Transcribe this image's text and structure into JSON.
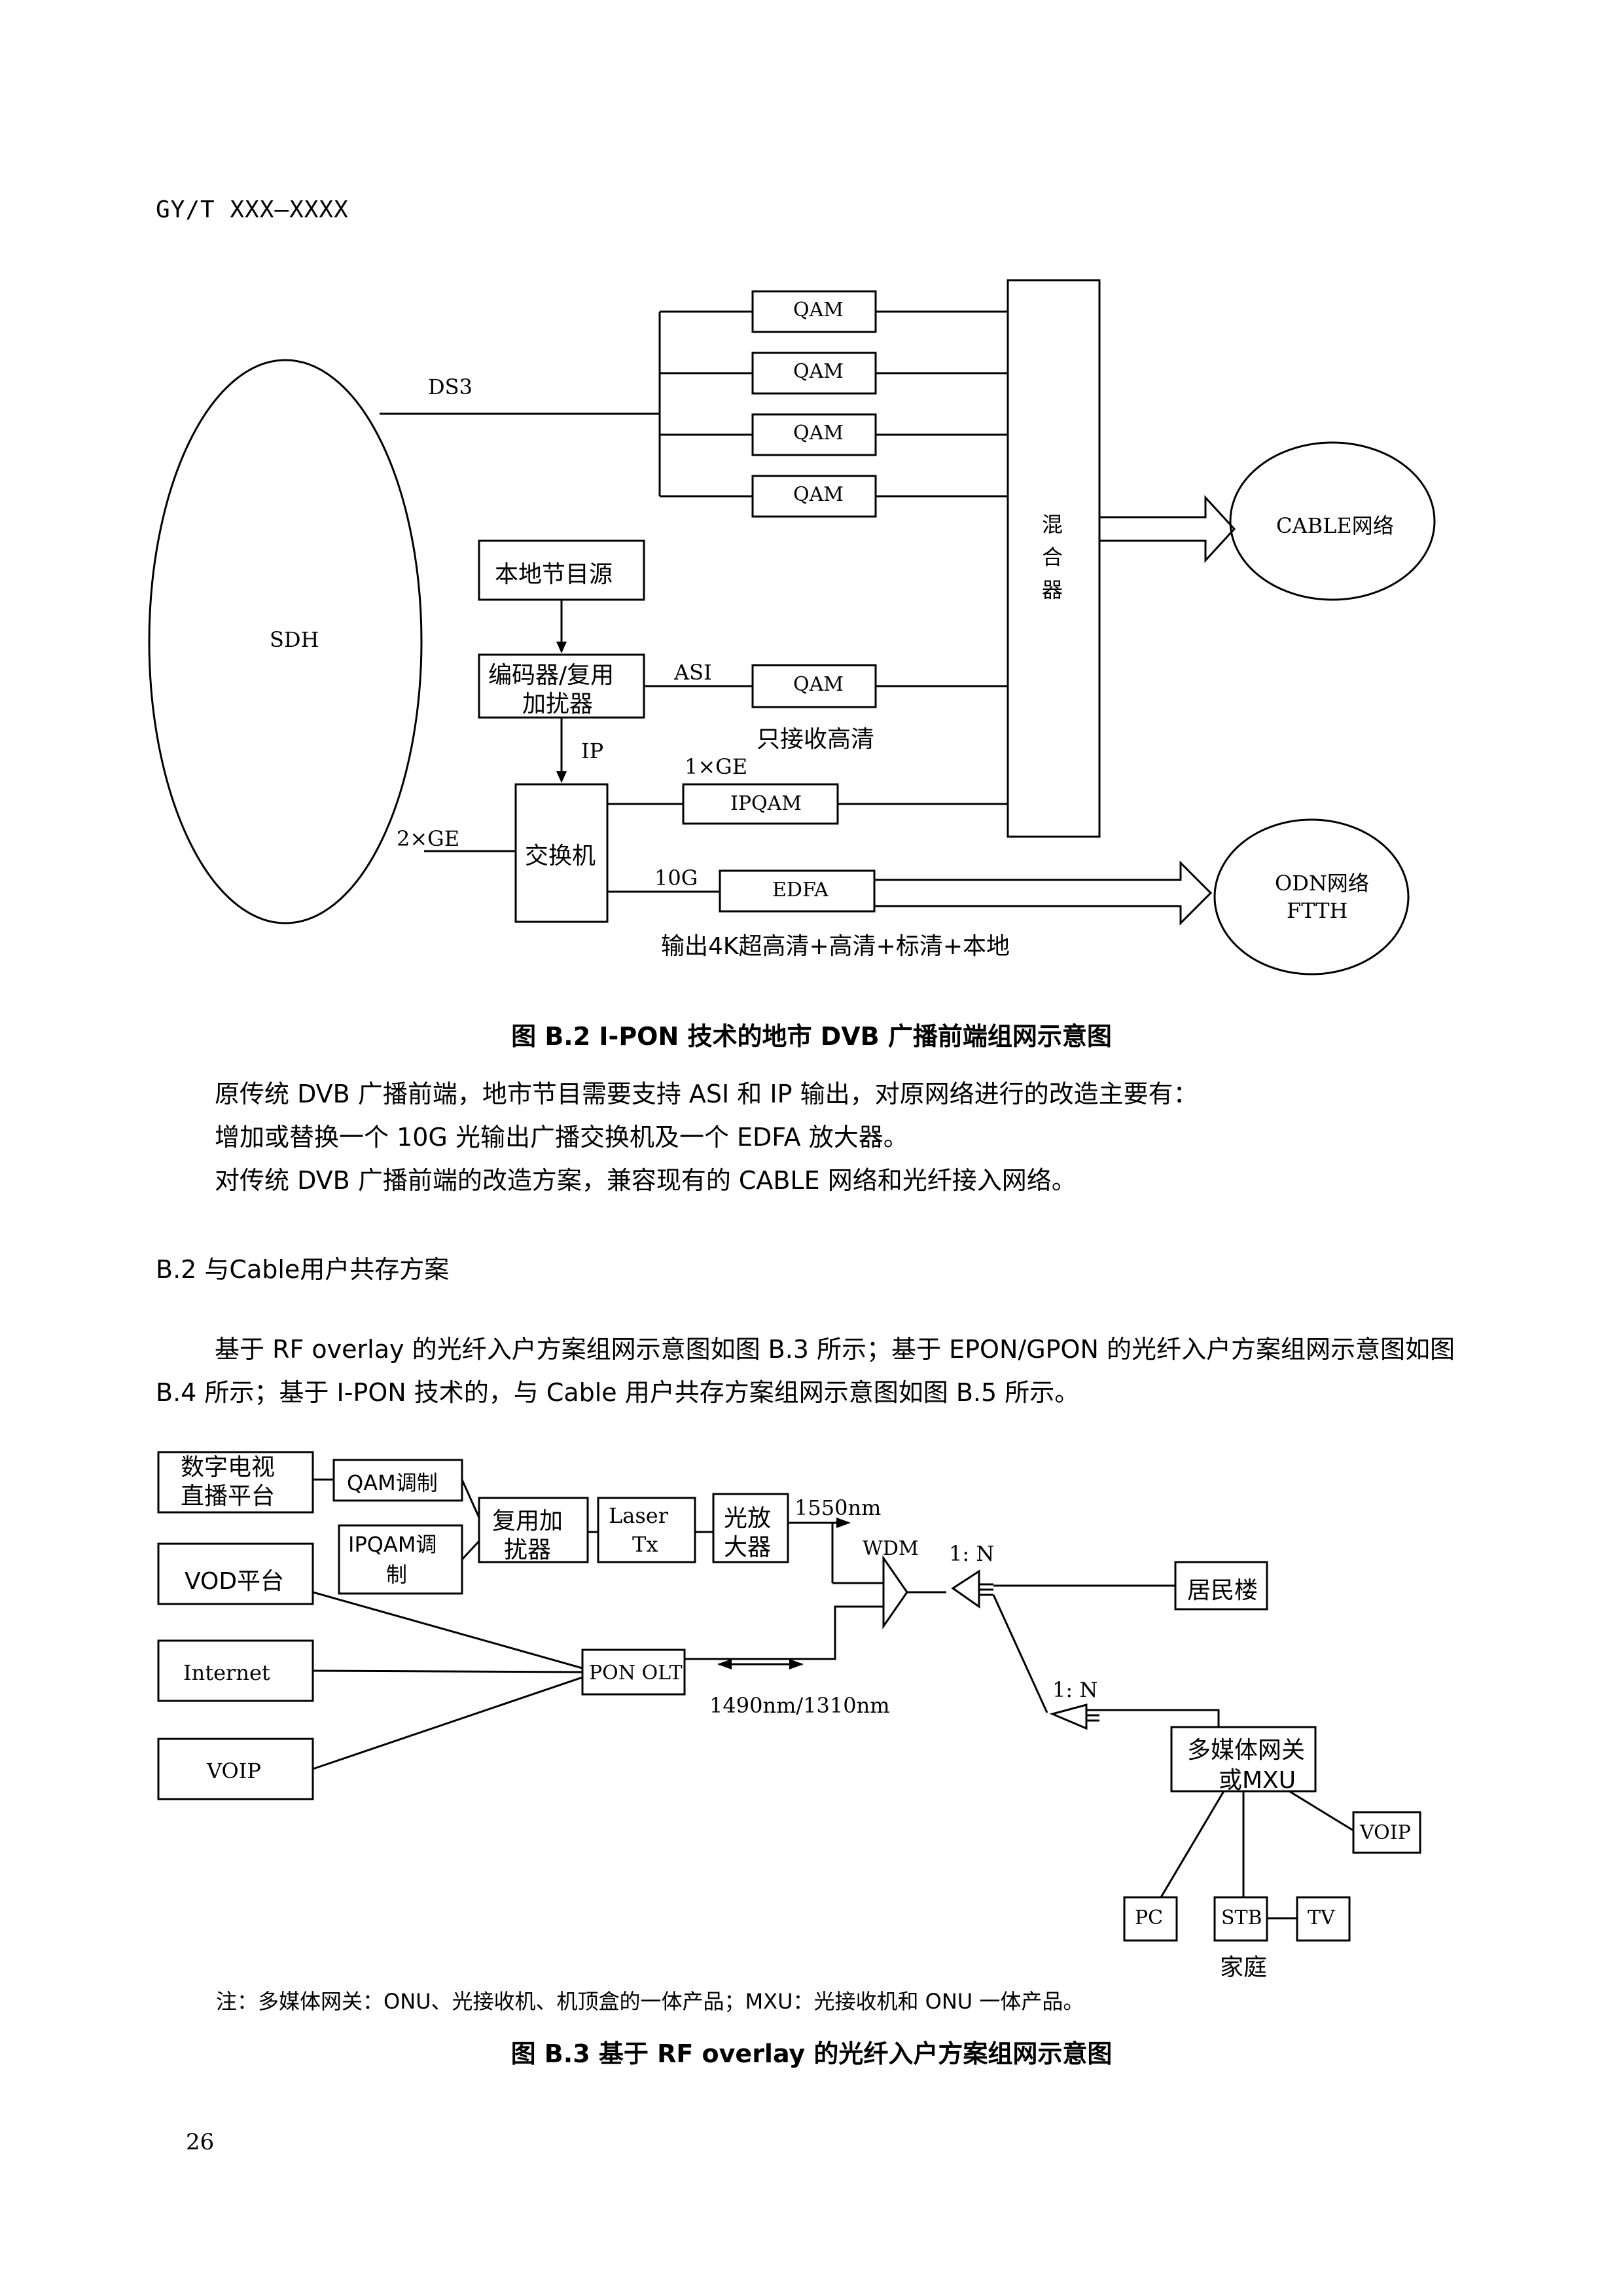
{
  "header": "GY/T XXX—XXXX",
  "figure_b2": {
    "caption": "图 B.2   I-PON 技术的地市 DVB 广播前端组网示意图",
    "sdh": "SDH",
    "ds3": "DS3",
    "qam": [
      "QAM",
      "QAM",
      "QAM",
      "QAM"
    ],
    "mixer": [
      "混",
      "合",
      "器"
    ],
    "cable_net": "CABLE网络",
    "local_source": "本地节目源",
    "encoder": [
      "编码器/复用",
      "加扰器"
    ],
    "asi": "ASI",
    "qam_hd": "QAM",
    "hd_only": "只接收高清",
    "ip": "IP",
    "ge1": "1×GE",
    "ipqam": "IPQAM",
    "ge2": "2×GE",
    "switch": "交换机",
    "g10": "10G",
    "edfa": "EDFA",
    "output_note": "输出4K超高清+高清+标清+本地",
    "odn": [
      "ODN网络",
      "FTTH"
    ]
  },
  "paragraphs_b2": [
    "原传统 DVB 广播前端，地市节目需要支持 ASI 和 IP 输出，对原网络进行的改造主要有：",
    "增加或替换一个 10G 光输出广播交换机及一个 EDFA 放大器。",
    "对传统 DVB 广播前端的改造方案，兼容现有的 CABLE 网络和光纤接入网络。"
  ],
  "section_title": "B.2   与Cable用户共存方案",
  "paragraph_b2_section": "基于 RF overlay 的光纤入户方案组网示意图如图 B.3 所示；基于 EPON/GPON 的光纤入户方案组网示意图如图 B.4 所示；基于 I-PON 技术的，与 Cable 用户共存方案组网示意图如图 B.5 所示。",
  "figure_b3": {
    "caption": "图 B.3   基于 RF overlay 的光纤入户方案组网示意图",
    "digital_tv": [
      "数字电视",
      "直播平台"
    ],
    "qam_mod": "QAM调制",
    "ipqam_mod": [
      "IPQAM调",
      "制"
    ],
    "mux": [
      "复用加",
      "扰器"
    ],
    "laser": [
      "Laser",
      "Tx"
    ],
    "amp": [
      "光放",
      "大器"
    ],
    "nm1550": "1550nm",
    "wdm": "WDM",
    "split1": "1: N",
    "resident": "居民楼",
    "vod": "VOD平台",
    "internet": "Internet",
    "voip_left": "VOIP",
    "pon_olt": "PON OLT",
    "nm1490": "1490nm/1310nm",
    "split2": "1: N",
    "gateway": [
      "多媒体网关",
      "或MXU"
    ],
    "voip_right": "VOIP",
    "pc": "PC",
    "stb": "STB",
    "tv": "TV",
    "home": "家庭"
  },
  "note": "注：多媒体网关：ONU、光接收机、机顶盒的一体产品；MXU：光接收机和 ONU 一体产品。",
  "page_number": "26"
}
